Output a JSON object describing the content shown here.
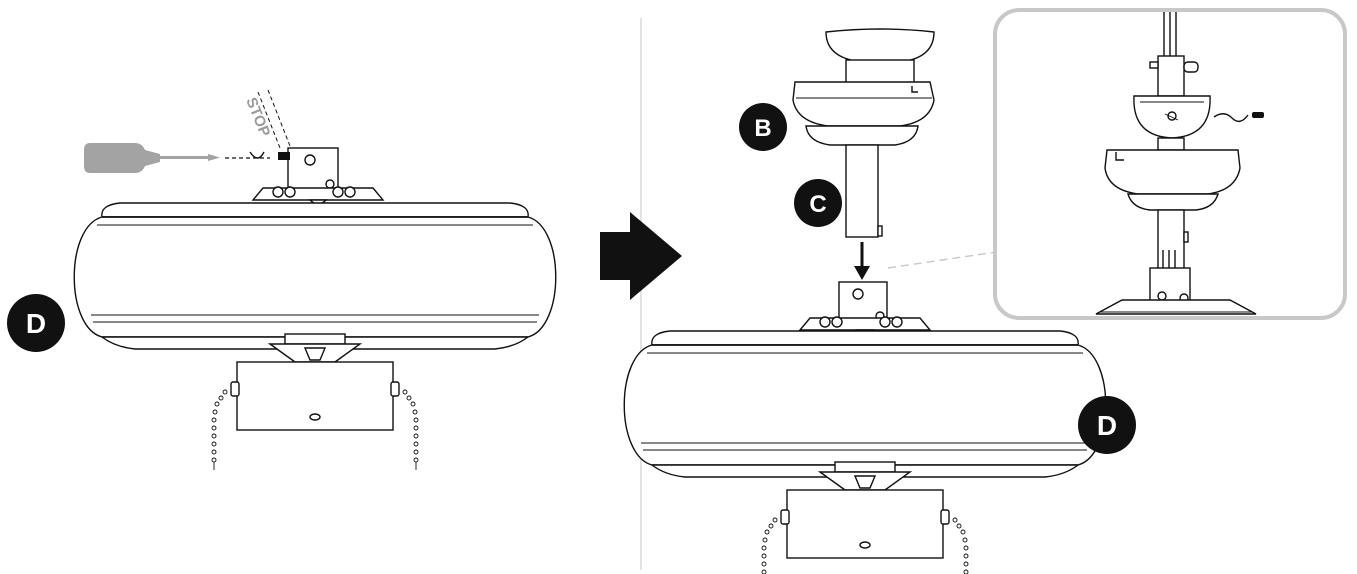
{
  "step_labels": {
    "left_d": "D",
    "right_b": "B",
    "right_c": "C",
    "right_d": "D"
  },
  "stop_text": "STOP",
  "colors": {
    "label_fill": "#111111",
    "label_text": "#ffffff",
    "screwdriver": "#a3a3a3",
    "stop_text": "#9a9a9a",
    "inset_border": "#c8c8c8",
    "divider": "#cfcfcf",
    "arrow": "#111111"
  }
}
